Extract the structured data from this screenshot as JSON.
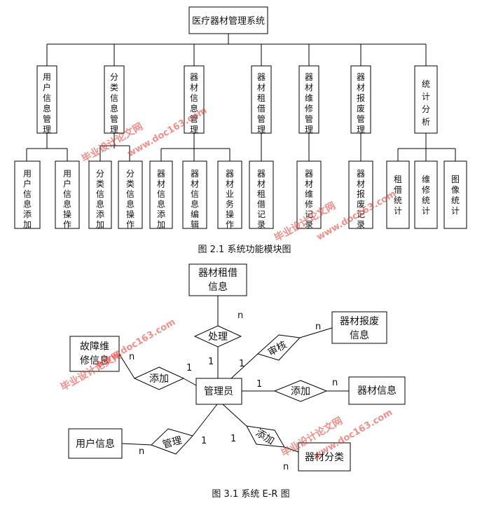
{
  "figure1": {
    "root": "医疗器材管理系统",
    "modules": [
      {
        "name": "用户信息管理",
        "children": [
          "用户信息添加",
          "用户信息操作"
        ]
      },
      {
        "name": "分类信息管理",
        "children": [
          "分类信息添加",
          "分类信息操作"
        ]
      },
      {
        "name": "器材信息管理",
        "children": [
          "器材信息添加",
          "器材信息编辑",
          "器材业务操作"
        ]
      },
      {
        "name": "器材租借管理",
        "children": [
          "器材租借记录"
        ]
      },
      {
        "name": "器材维修管理",
        "children": [
          "器材维修记录"
        ]
      },
      {
        "name": "器材报废管理",
        "children": [
          "器材报废记录"
        ]
      },
      {
        "name": "统计分析",
        "children": [
          "租借统计",
          "维修统计",
          "图像统计"
        ]
      }
    ],
    "caption": "图 2.1 系统功能模块图"
  },
  "figure2": {
    "center": "管理员",
    "entities": {
      "rent": "器材租借信息",
      "fault": "故障维修信息",
      "scrap": "器材报废信息",
      "equip": "器材信息",
      "user": "用户信息",
      "category": "器材分类"
    },
    "relations": {
      "handle": "处理",
      "audit": "审核",
      "add_fault": "添加",
      "add_equip": "添加",
      "manage": "管理",
      "add_category": "添加"
    },
    "cardinality": {
      "one": "1",
      "many": "n"
    },
    "caption": "图 3.1 系统 E-R 图"
  },
  "watermark": {
    "cn": "毕业设计论文网",
    "url": "www.doc163.com",
    "color": "#e8332a"
  }
}
